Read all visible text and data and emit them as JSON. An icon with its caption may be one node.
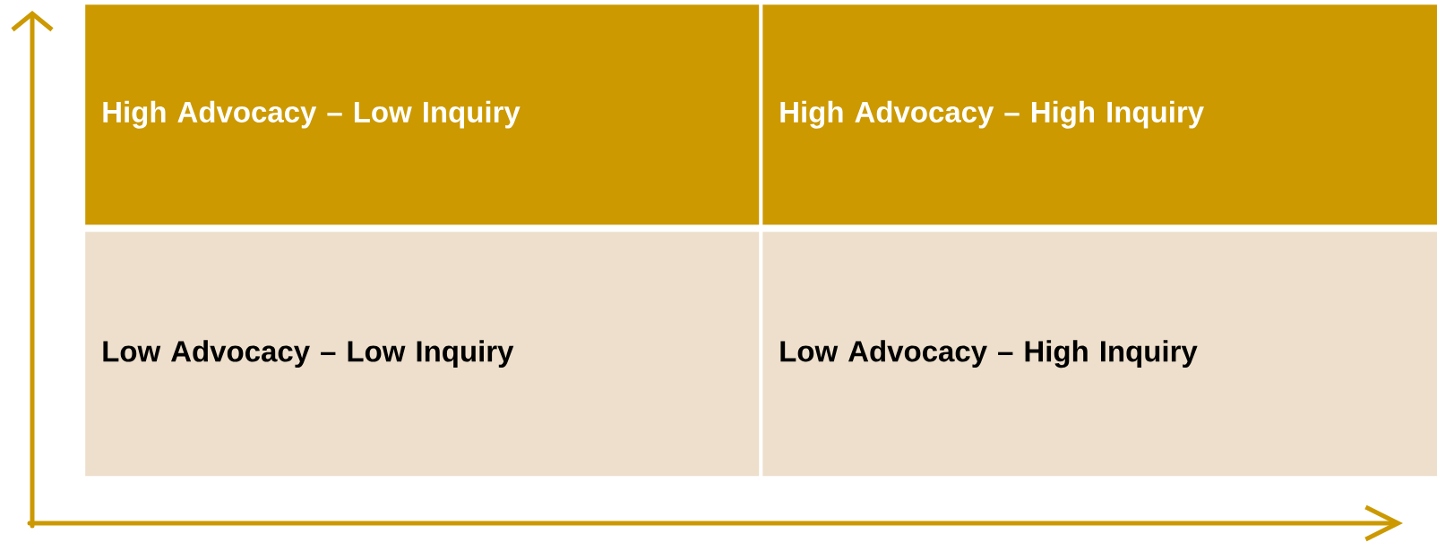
{
  "diagram": {
    "nodes": [
      {
        "text": [
          "High Advocacy – Low Inquiry"
        ]
      },
      {
        "text": [
          "High Advocacy – High Inquiry"
        ]
      },
      {
        "text": [
          "Low Advocacy – Low Inquiry"
        ]
      },
      {
        "text": [
          "Low Advocacy – High Inquiry"
        ]
      }
    ],
    "edges": []
  }
}
